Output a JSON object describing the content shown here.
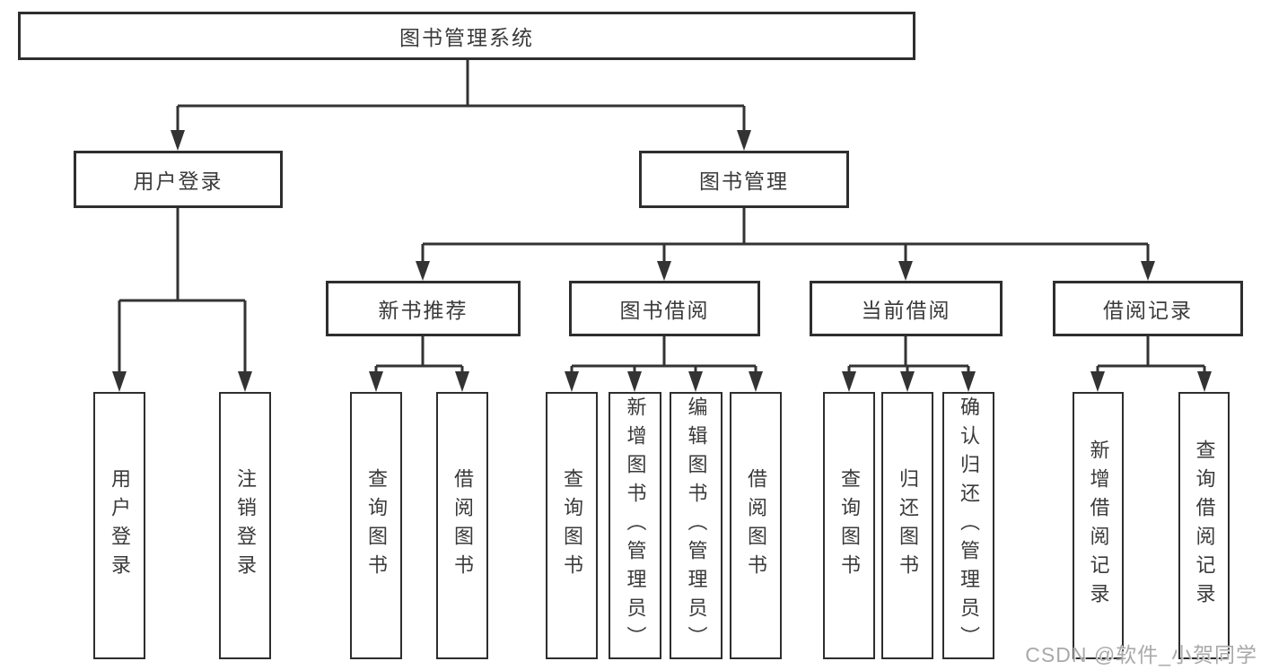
{
  "diagram": {
    "root": {
      "label": "图书管理系统"
    },
    "branches": [
      {
        "label": "用户登录",
        "children": [
          {
            "label": "用户登录"
          },
          {
            "label": "注销登录"
          }
        ]
      },
      {
        "label": "图书管理",
        "children": [
          {
            "label": "新书推荐",
            "children": [
              {
                "label": "查询图书"
              },
              {
                "label": "借阅图书"
              }
            ]
          },
          {
            "label": "图书借阅",
            "children": [
              {
                "label": "查询图书"
              },
              {
                "label": "新增图书（管理员）"
              },
              {
                "label": "编辑图书（管理员）"
              },
              {
                "label": "借阅图书"
              }
            ]
          },
          {
            "label": "当前借阅",
            "children": [
              {
                "label": "查询图书"
              },
              {
                "label": "归还图书"
              },
              {
                "label": "确认归还（管理员）"
              }
            ]
          },
          {
            "label": "借阅记录",
            "children": [
              {
                "label": "新增借阅记录"
              },
              {
                "label": "查询借阅记录"
              }
            ]
          }
        ]
      }
    ]
  },
  "watermark": {
    "text": "CSDN @软件_小贺同学"
  },
  "colors": {
    "line": "#333333",
    "box_border": "#2e2e2e",
    "text": "#3a3a3a",
    "watermark_text": "#a9a9a9",
    "background": "#ffffff"
  }
}
